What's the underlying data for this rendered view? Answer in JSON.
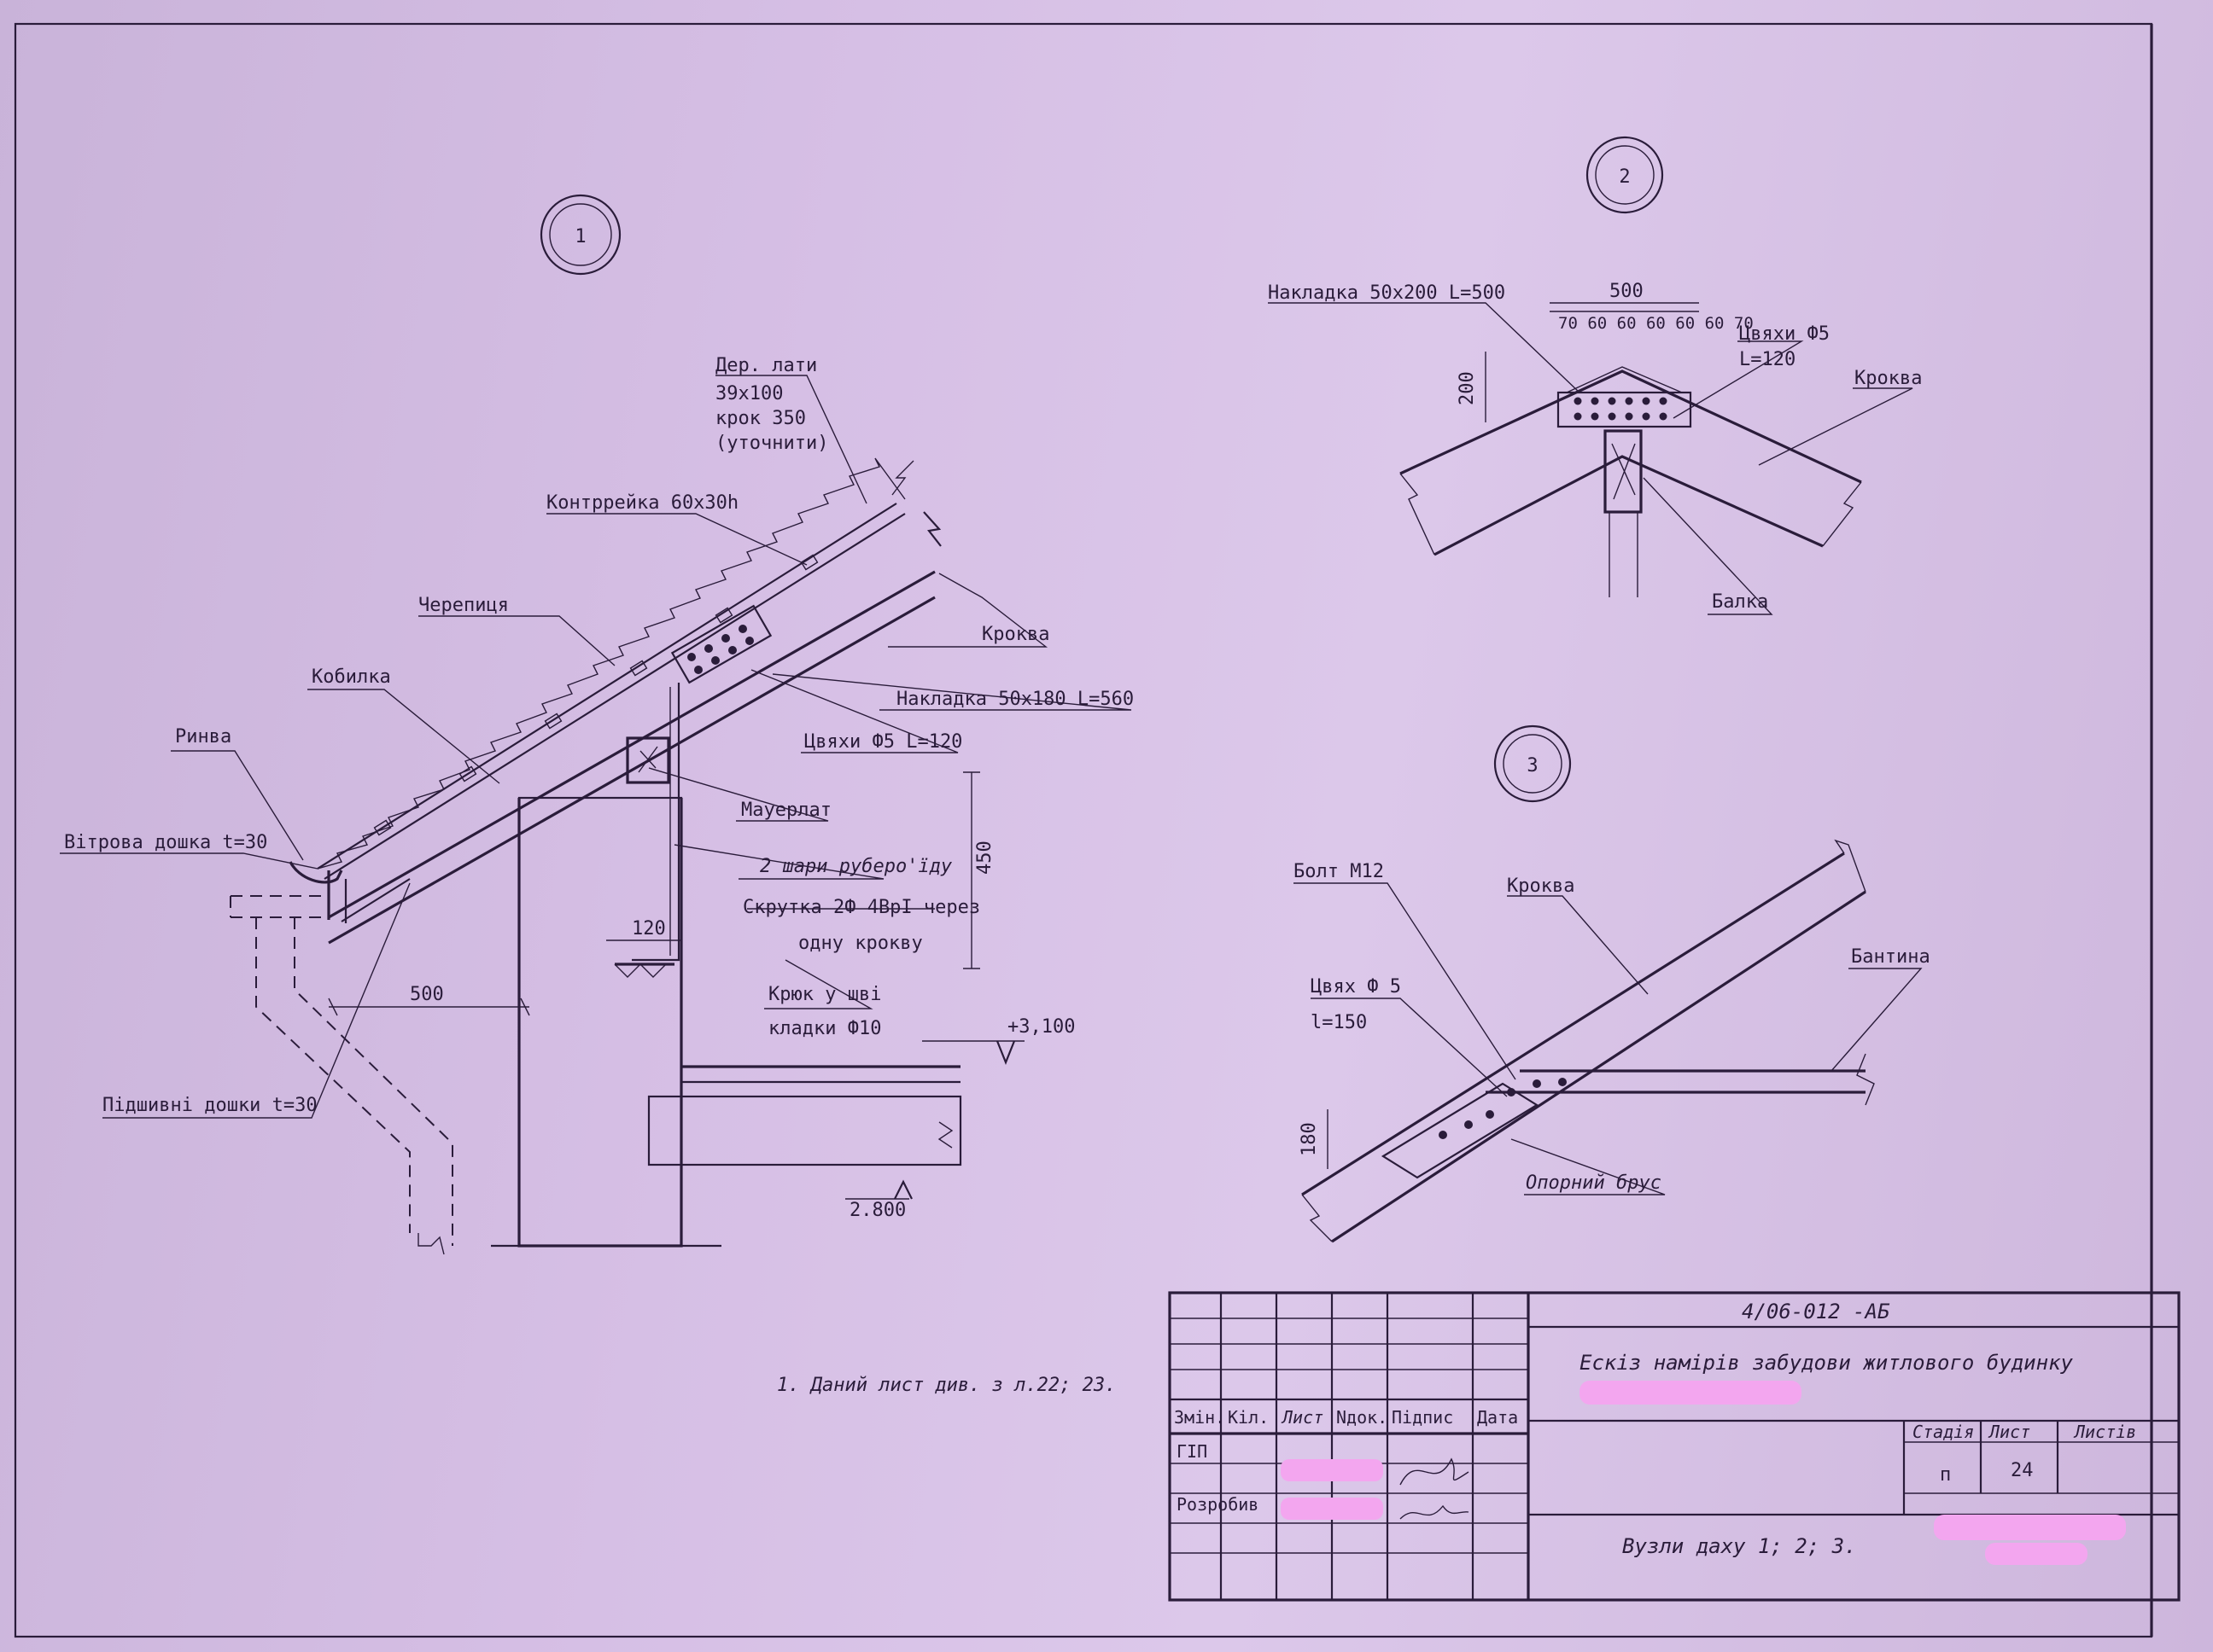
{
  "node1": {
    "marker": "1",
    "labels": {
      "lath": [
        "Дер. лати",
        "39x100",
        "крок 350",
        "(уточнити)"
      ],
      "counter": "Контррейка 60x30h",
      "tile": "Черепиця",
      "rafter": "Кроква",
      "kobylka": "Кобилка",
      "plate": "Накладка 50x180 L=560",
      "nails": "Цвяхи Ф5  L=120",
      "gutter": "Ринва",
      "wind_board": "Вітрова дошка t=30",
      "mauerlat": "Мауерлат",
      "felt": "2 шари руберо'їду",
      "twist_1": "Скрутка 2Ф 4ВрI через",
      "twist_2": "одну крокву",
      "hook_1": "Крюк у шві",
      "hook_2": "кладки Ф10",
      "soffit": "Підшивні дошки t=30",
      "dim_500": "500",
      "dim_120": "120",
      "dim_450": "450",
      "level_top": "+3,100",
      "level_bottom": "2.800"
    }
  },
  "node2": {
    "marker": "2",
    "labels": {
      "plate": "Накладка 50x200 L=500",
      "dim_500": "500",
      "chain": "70 60 60 60 60 60 70",
      "nails_1": "Цвяхи Ф5",
      "nails_2": "L=120",
      "rafter": "Кроква",
      "dim_200": "200",
      "beam": "Балка"
    }
  },
  "node3": {
    "marker": "3",
    "labels": {
      "bolt": "Болт М12",
      "rafter": "Кроква",
      "collar": "Бантина",
      "nails_1": "Цвях Ф 5",
      "nails_2": "l=150",
      "dim_180": "180",
      "support": "Опорний брус"
    }
  },
  "note": "1. Даний лист див. з л.22; 23.",
  "title_block": {
    "code": "4/06-012 -АБ",
    "project": "Ескіз намірів забудови житлового будинку",
    "sheet_name": "Вузли даху 1; 2; 3.",
    "headers": [
      "Змін.",
      "Кіл.",
      "Лист",
      "Nдок.",
      "Підпис",
      "Дата"
    ],
    "roles": [
      "ГІП",
      "Розробив"
    ],
    "stage_headers": [
      "Стадія",
      "Лист",
      "Листів"
    ],
    "stage": "п",
    "sheet_no": "24"
  }
}
